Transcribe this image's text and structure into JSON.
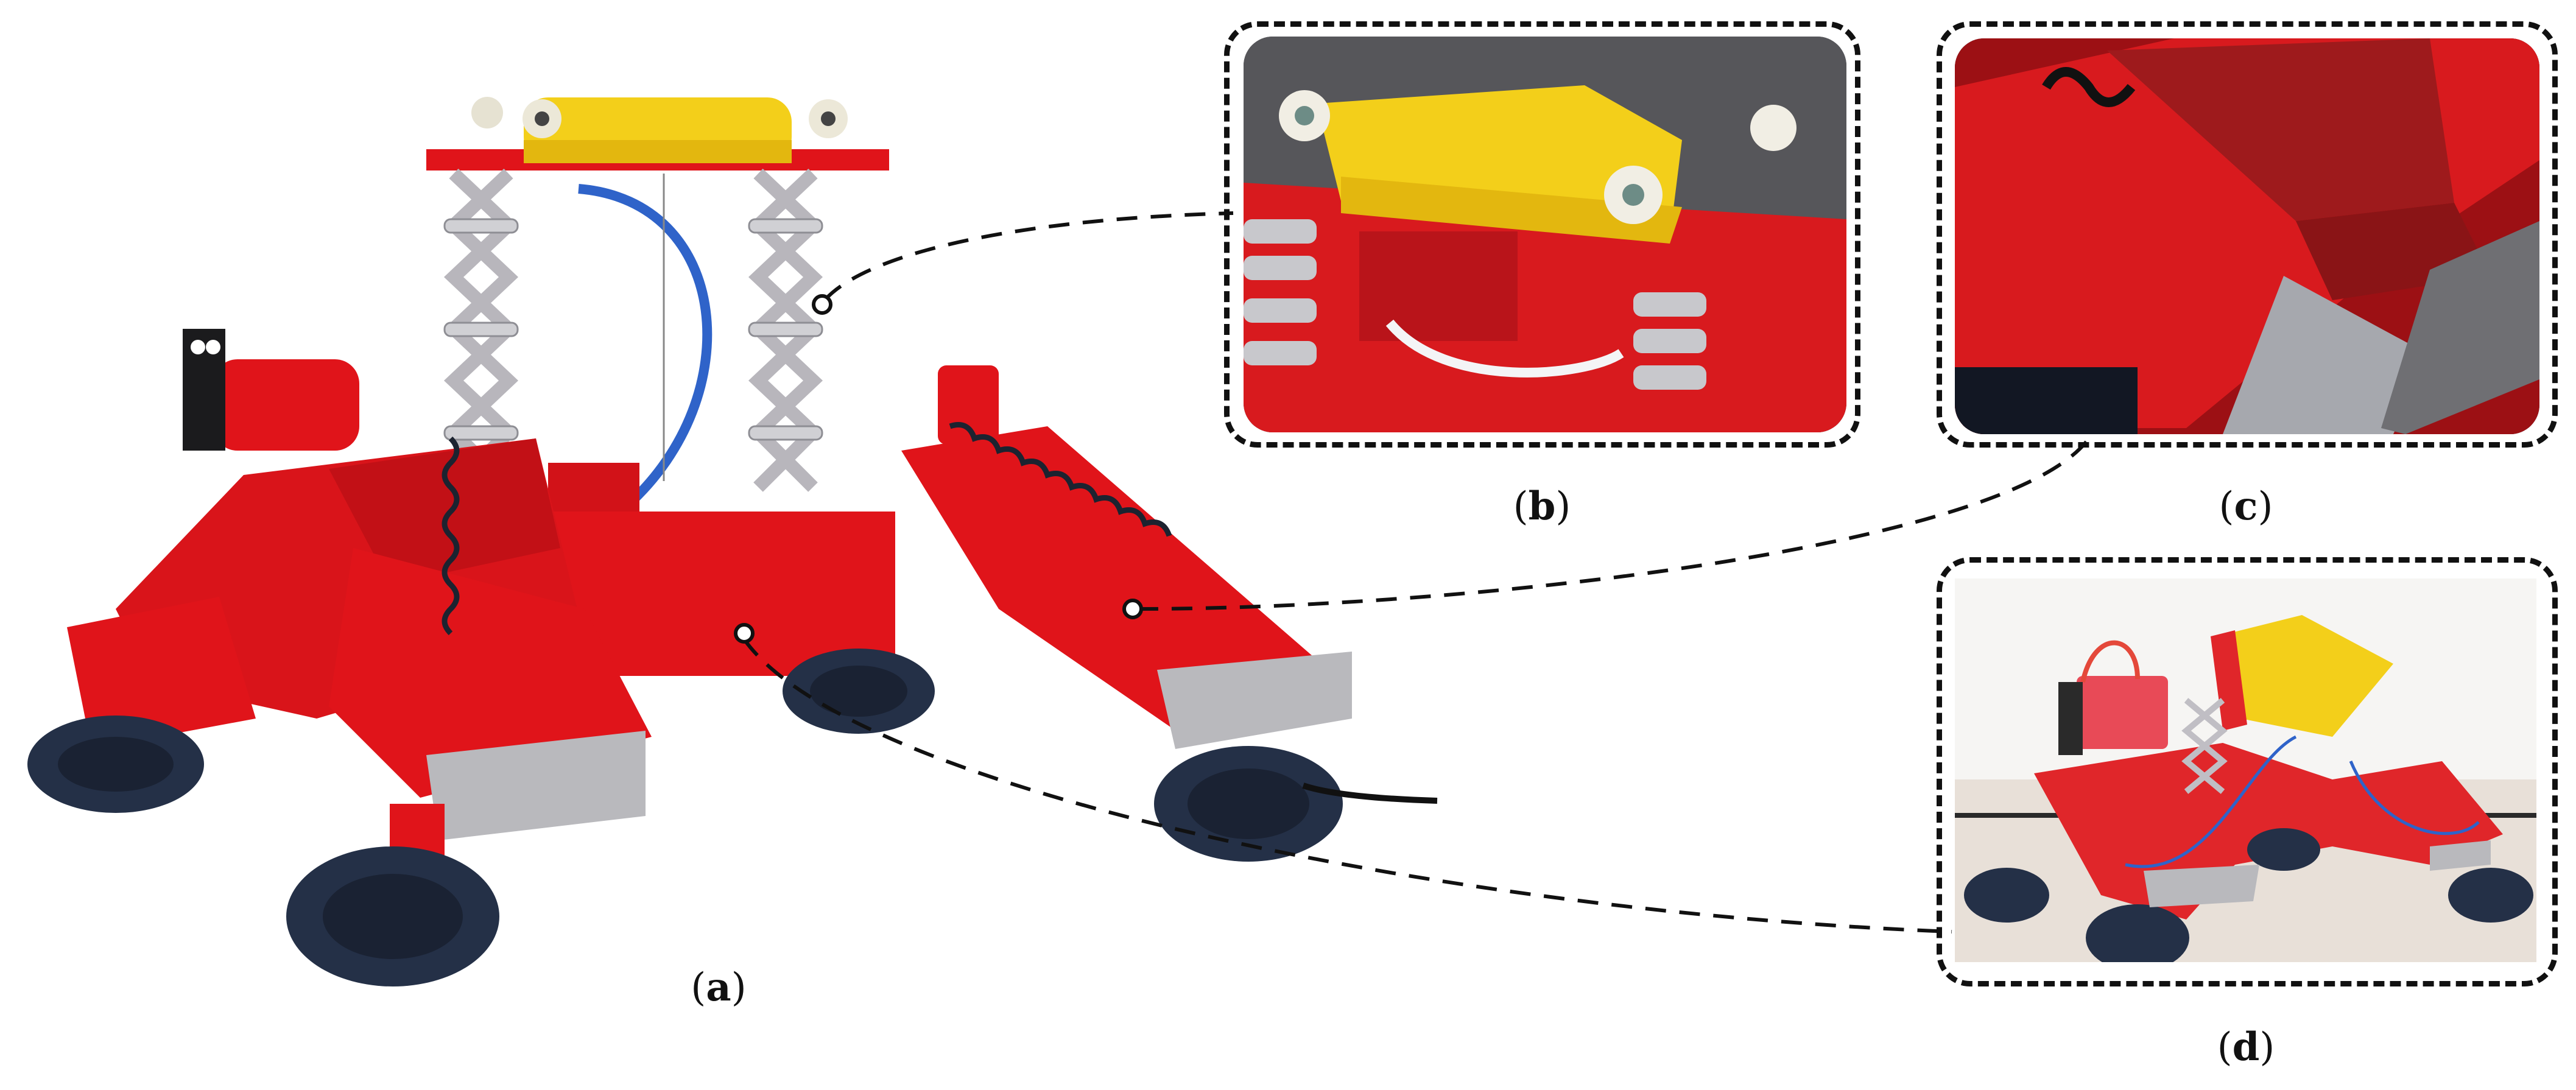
{
  "figure": {
    "panels": [
      {
        "id": "a",
        "label_open": "(",
        "label_letter": "a",
        "label_close": ")",
        "content": "Full-view photograph of red wheeled robot with scissor-lift mast, yellow top housing, coiled cables and four mecanum wheels"
      },
      {
        "id": "b",
        "label_open": "(",
        "label_letter": "b",
        "label_close": ")",
        "content": "Close-up of yellow top housing with white guide rollers and scissor-lift joints"
      },
      {
        "id": "c",
        "label_open": "(",
        "label_letter": "c",
        "label_close": ")",
        "content": "Close-up of stepped red leg segment with riveted plates and steel end plate"
      },
      {
        "id": "d",
        "label_open": "(",
        "label_letter": "d",
        "label_close": ")",
        "content": "Robot in alternate configuration on tiled floor with tilted top platform"
      }
    ],
    "callouts": [
      {
        "from": "scissor-lift",
        "to": "b"
      },
      {
        "from": "leg-segment",
        "to": "c"
      },
      {
        "from": "body",
        "to": "d"
      }
    ],
    "colors": {
      "robot_red": "#e0141a",
      "robot_red_dark": "#a80c10",
      "housing_yellow": "#f3cf1a",
      "steel": "#b9b9bd",
      "wheel_navy": "#243047",
      "hose_blue": "#2f63c9",
      "frame_black": "#111111"
    }
  }
}
